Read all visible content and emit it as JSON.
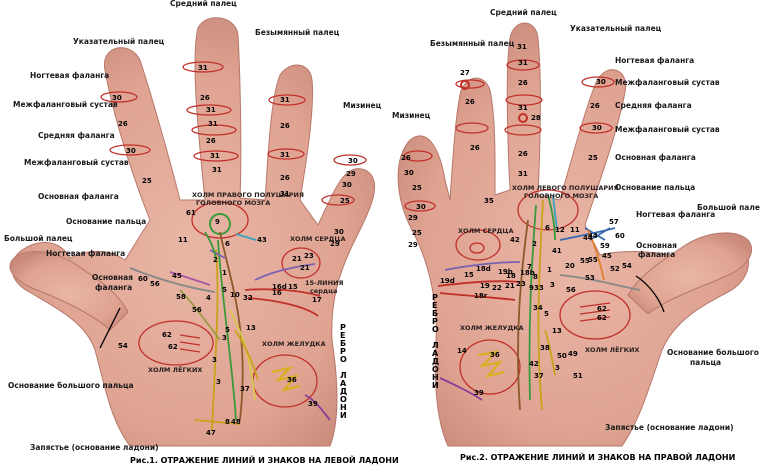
{
  "captions": {
    "left": "Рис.1. ОТРАЖЕНИЕ ЛИНИЙ И ЗНАКОВ НА ЛЕВОЙ ЛАДОНИ",
    "right": "Рис.2. ОТРАЖЕНИЕ ЛИНИЙ И ЗНАКОВ НА ПРАВОЙ ЛАДОНИ"
  },
  "left_hand": {
    "outer_labels": {
      "middle_finger": "Средний палец",
      "index_finger": "Указательный палец",
      "ring_finger": "Безымянный палец",
      "nail_phalanx": "Ногтевая фаланга",
      "interphalangeal_joint": "Межфаланговый сустав",
      "middle_phalanx": "Средняя фаланга",
      "interphalangeal_joint_2": "Межфаланговый сустав",
      "main_phalanx": "Основная фаланга",
      "finger_base": "Основание пальца",
      "little_finger": "Мизинец",
      "thumb": "Большой палец",
      "thumb_nail_phalanx": "Ногтевая фаланга",
      "thumb_main_phalanx_1": "Основная",
      "thumb_main_phalanx_2": "фаланга",
      "thumb_base": "Основание большого пальца",
      "wrist": "Запястье (основание ладони)",
      "palm_edge": [
        "Р",
        "Е",
        "Б",
        "Р",
        "О",
        " ",
        "Л",
        "А",
        "Д",
        "О",
        "Н",
        "И"
      ]
    },
    "inner_labels": {
      "right_brain_1": "ХОЛМ ПРАВОГО ПОЛУШАРИЯ",
      "right_brain_2": "ГОЛОВНОГО МОЗГА",
      "heart_hill": "ХОЛМ СЕРДЦА",
      "heart_line_1": "15-ЛИНИЯ",
      "heart_line_2": "сердца",
      "stomach_hill": "ХОЛМ ЖЕЛУДКА",
      "lungs_hill": "ХОЛМ ЛЁГКИХ"
    },
    "numbers": {
      "middle": [
        "31",
        "26",
        "31",
        "31",
        "26",
        "31",
        "31"
      ],
      "index": [
        "30",
        "26",
        "30",
        "25"
      ],
      "ring": [
        "31",
        "26",
        "31",
        "26",
        "31"
      ],
      "little": [
        "30",
        "29",
        "30",
        "25",
        "30",
        "29"
      ],
      "palm": [
        "61",
        "9",
        "11",
        "6",
        "43",
        "2",
        "1",
        "5",
        "60",
        "56",
        "45",
        "4",
        "58",
        "56",
        "32",
        "10",
        "16",
        "16d",
        "15",
        "17",
        "3",
        "13",
        "5",
        "62",
        "62",
        "3",
        "8",
        "36",
        "54",
        "3",
        "37",
        "39",
        "48",
        "47",
        "23",
        "21",
        "21"
      ]
    }
  },
  "right_hand": {
    "outer_labels": {
      "middle_finger": "Средний палец",
      "ring_finger": "Безымянный палец",
      "index_finger": "Указательный палец",
      "nail_phalanx": "Ногтевая фаланга",
      "interphalangeal_joint": "Межфаланговый сустав",
      "middle_phalanx": "Средняя фаланга",
      "interphalangeal_joint_2": "Межфаланговый сустав",
      "main_phalanx": "Основная фаланга",
      "finger_base": "Основание пальца",
      "little_finger": "Мизинец",
      "thumb": "Большой палец",
      "thumb_nail_phalanx": "Ногтевая фаланга",
      "thumb_main_phalanx_1": "Основная",
      "thumb_main_phalanx_2": "фаланга",
      "thumb_base_1": "Основание большого",
      "thumb_base_2": "пальца",
      "wrist": "Запястье (основание ладони)",
      "palm_edge": [
        "Р",
        "Е",
        "Б",
        "Р",
        "О",
        " ",
        "Л",
        "А",
        "Д",
        "О",
        "Н",
        "И"
      ]
    },
    "inner_labels": {
      "left_brain_1": "ХОЛМ ЛЕВОГО ПОЛУШАРИЯ",
      "left_brain_2": "ГОЛОВНОГО МОЗГА",
      "heart_hill": "ХОЛМ СЕРДЦА",
      "stomach_hill": "ХОЛМ ЖЕЛУДКА",
      "lungs_hill": "ХОЛМ ЛЁГКИХ"
    },
    "numbers": {
      "middle": [
        "31",
        "31",
        "26",
        "31",
        "26",
        "31"
      ],
      "ring": [
        "27",
        "26",
        "28",
        "26"
      ],
      "index": [
        "30",
        "26",
        "30",
        "25"
      ],
      "little": [
        "26",
        "30",
        "25",
        "30",
        "29",
        "25",
        "29"
      ],
      "palm": [
        "35",
        "6",
        "12",
        "11",
        "42",
        "2",
        "41",
        "44",
        "57",
        "60",
        "19d",
        "15",
        "18d",
        "19b",
        "18",
        "19",
        "21",
        "18r",
        "22",
        "23",
        "18b",
        "7",
        "8",
        "9",
        "3",
        "20",
        "56",
        "55",
        "53",
        "52",
        "54",
        "44",
        "59",
        "45",
        "55",
        "33",
        "1",
        "62",
        "62",
        "5",
        "14",
        "36",
        "38",
        "39",
        "50",
        "49",
        "37",
        "51",
        "42",
        "3",
        "34",
        "13"
      ]
    }
  }
}
